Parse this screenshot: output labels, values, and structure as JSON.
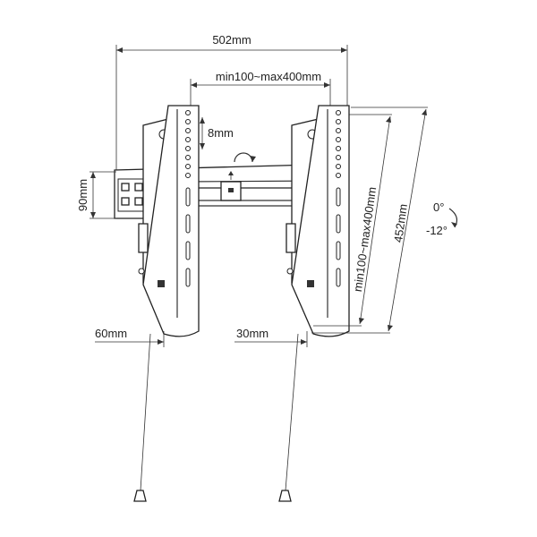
{
  "diagram": {
    "dims": {
      "overall_width": "502mm",
      "vesa_width": "min100~max400mm",
      "tilt_gap": "8mm",
      "bracket_height": "90mm",
      "left_offset": "60mm",
      "right_offset": "30mm",
      "vesa_height": "min100~max400mm",
      "arm_height": "452mm",
      "tilt_top": "0°",
      "tilt_bottom": "-12°"
    }
  }
}
